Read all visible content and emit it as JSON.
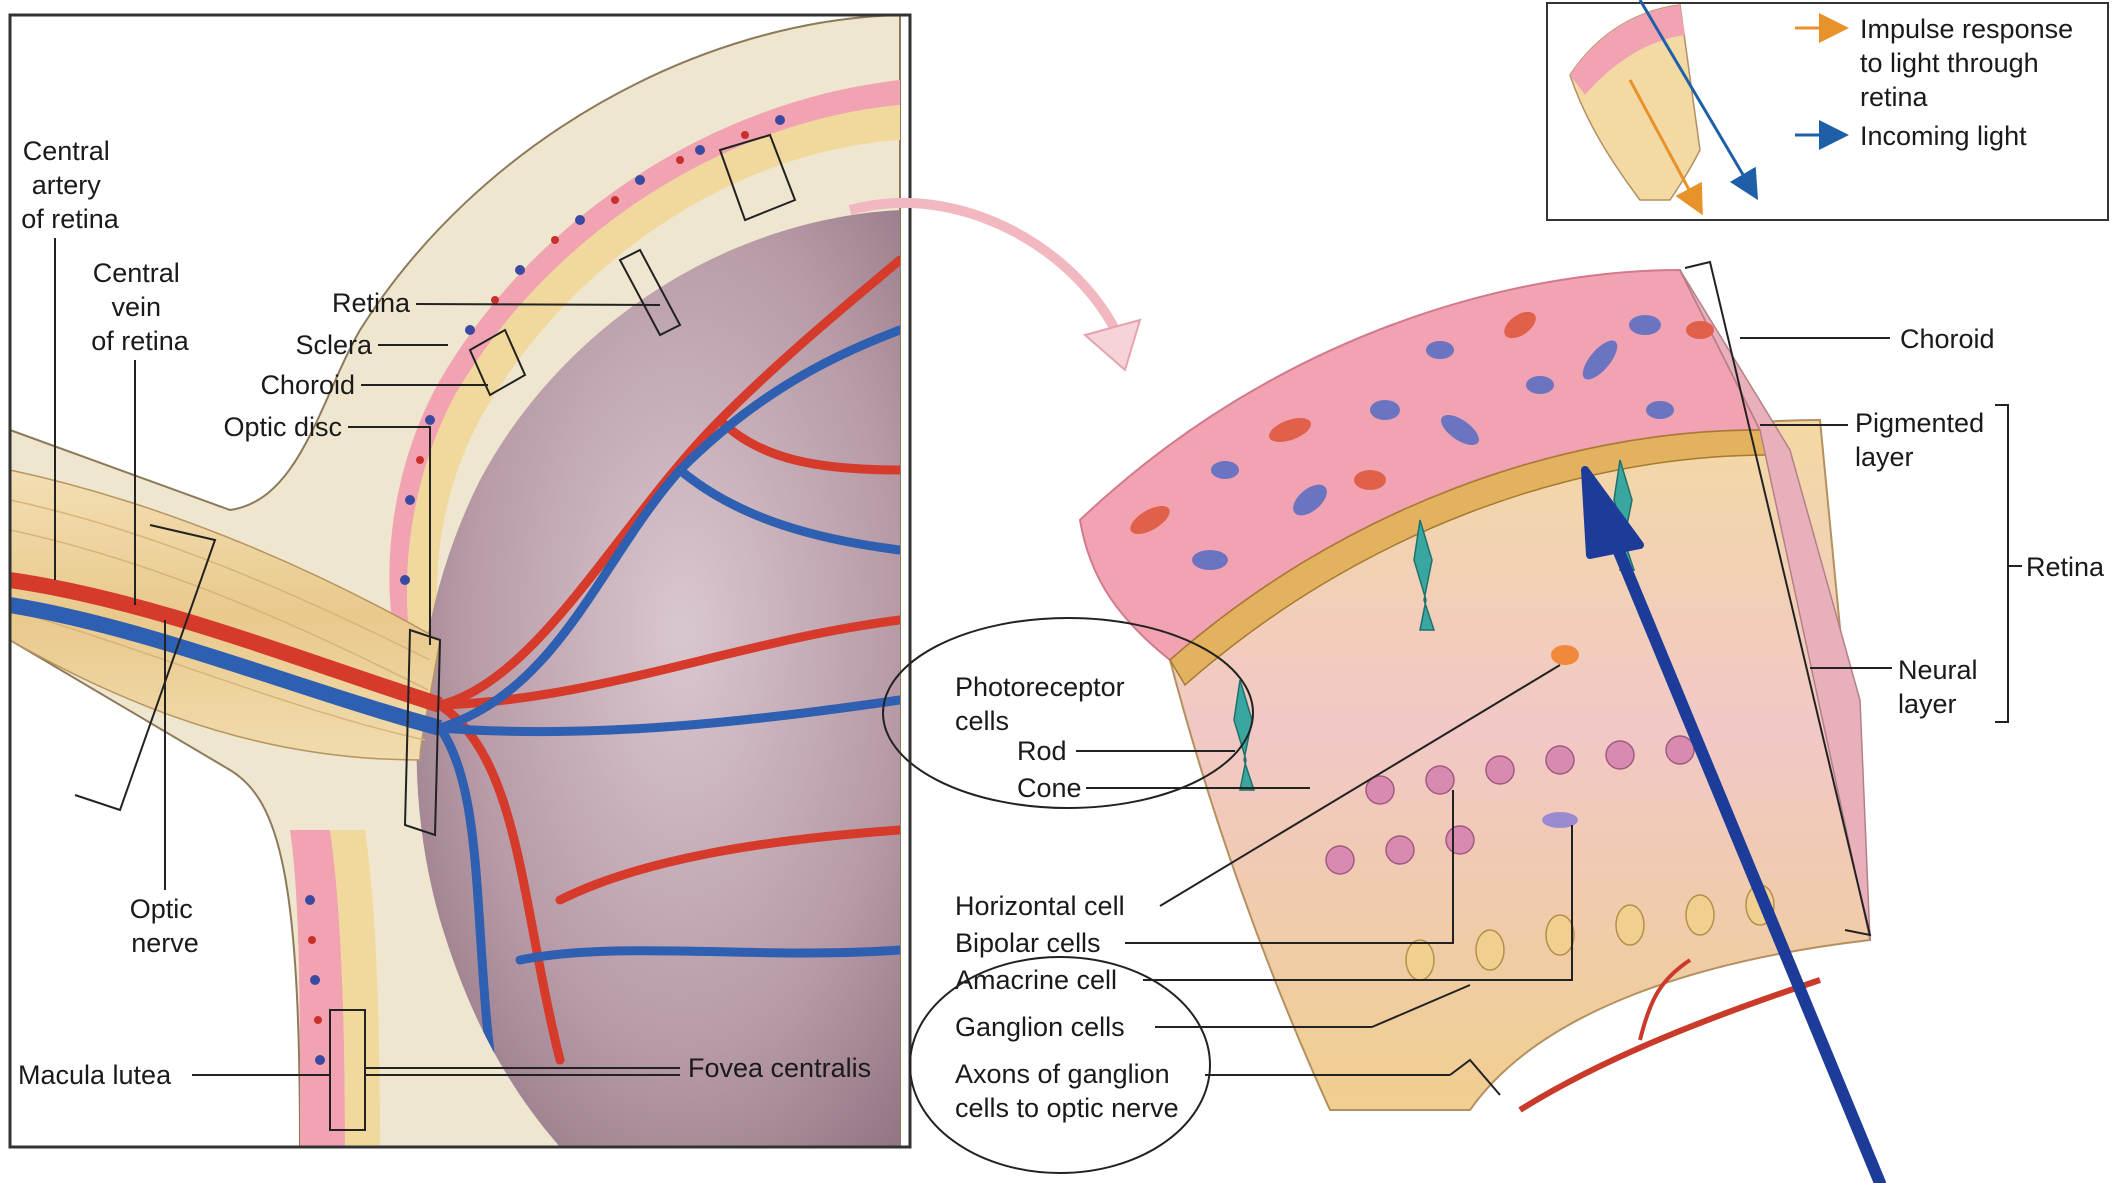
{
  "eye_section": {
    "labels": {
      "central_artery": [
        "Central",
        "artery",
        "of retina"
      ],
      "central_vein": [
        "Central",
        "vein",
        "of retina"
      ],
      "retina": "Retina",
      "sclera": "Sclera",
      "choroid": "Choroid",
      "optic_disc": "Optic disc",
      "optic_nerve": [
        "Optic",
        "nerve"
      ],
      "macula_lutea": "Macula lutea",
      "fovea_centralis": "Fovea centralis"
    }
  },
  "retina_block": {
    "labels": {
      "choroid": "Choroid",
      "pigmented_layer": [
        "Pigmented",
        "layer"
      ],
      "retina": "Retina",
      "neural_layer": [
        "Neural",
        "layer"
      ],
      "photoreceptor_cells": [
        "Photoreceptor",
        "cells"
      ],
      "rod": "Rod",
      "cone": "Cone",
      "horizontal_cell": "Horizontal cell",
      "bipolar_cells": "Bipolar cells",
      "amacrine_cell": "Amacrine cell",
      "ganglion_cells": "Ganglion cells",
      "axons": [
        "Axons of ganglion",
        "cells to optic nerve"
      ]
    }
  },
  "key": {
    "impulse": [
      "Impulse response",
      "to light through",
      "retina"
    ],
    "incoming": "Incoming light"
  },
  "colors": {
    "impulse_arrow": "#e8922a",
    "incoming_arrow": "#1f5fa8",
    "annotation_arrow": "#1d3c9a",
    "artery": "#d63a2a",
    "vein": "#2f5fb0",
    "sclera": "#efe6cf",
    "choroid": "#f2a3b2",
    "fundus": "#b79aa6"
  }
}
